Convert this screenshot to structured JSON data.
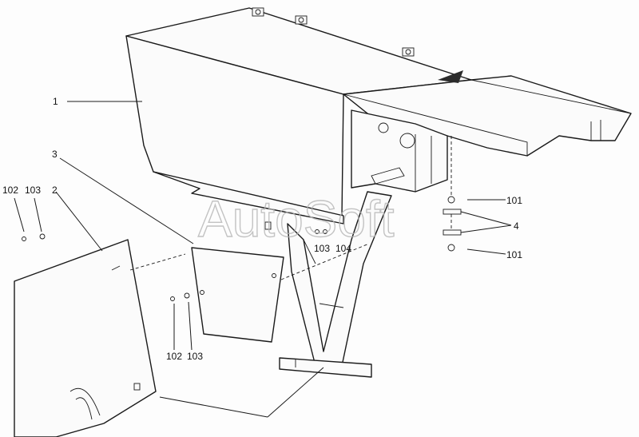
{
  "watermark": "AutoSoft",
  "callouts": {
    "c1": "1",
    "c2": "2",
    "c3": "3",
    "c4": "4",
    "c101a": "101",
    "c101b": "101",
    "c102a": "102",
    "c103a": "103",
    "c102b": "102",
    "c103b": "103",
    "c103c": "103",
    "c104": "104"
  }
}
